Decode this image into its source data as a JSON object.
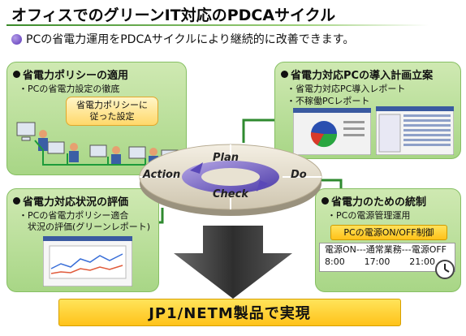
{
  "title": "オフィスでのグリーンIT対応のPDCAサイクル",
  "subtitle": "PCの省電力運用をPDCAサイクルにより継続的に改善できます。",
  "colors": {
    "box_fill": "#a8d686",
    "box_border": "#86bf63",
    "connector": "#2f8a2f",
    "callout": "#ffd86a",
    "footer": "#ffc21a"
  },
  "boxes": {
    "action_policy": {
      "title": "省電力ポリシーの適用",
      "items": [
        "・PCの省電力設定の徹底"
      ],
      "callout": [
        "省電力ポリシーに",
        "従った設定"
      ]
    },
    "plan": {
      "title": "省電力対応PCの導入計画立案",
      "items": [
        "・省電力対応PC導入レポート",
        "・不稼働PCレポート"
      ]
    },
    "check": {
      "title": "省電力対応状況の評価",
      "items": [
        "・PCの省電力ポリシー適合",
        "　状況の評価(グリーンレポート)"
      ]
    },
    "do": {
      "title": "省電力のための統制",
      "items": [
        "・PCの電源管理運用"
      ],
      "power_label": "PCの電源ON/OFF制御",
      "schedule_header": "電源ON---通常業務---電源OFF",
      "schedule_times": [
        "8:00",
        "17:00",
        "21:00"
      ]
    }
  },
  "cycle": {
    "plan": "Plan",
    "do": "Do",
    "check": "Check",
    "action": "Action"
  },
  "footer": "JP1/NETM製品で実現"
}
